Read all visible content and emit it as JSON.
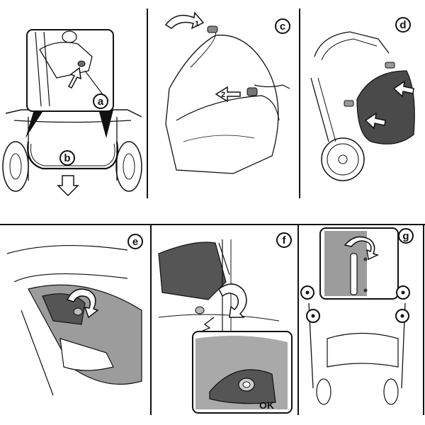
{
  "labels": {
    "a": "a",
    "b": "b",
    "c": "c",
    "d": "d",
    "e": "e",
    "f": "f",
    "g": "g"
  },
  "arrow_numbers": {
    "one": "1",
    "two": "2"
  },
  "ok_text": "OK",
  "colors": {
    "line": "#111111",
    "shade": "#4a4a4a",
    "light_shade": "#9c9c9c",
    "arrow_fill": "#ffffff"
  }
}
